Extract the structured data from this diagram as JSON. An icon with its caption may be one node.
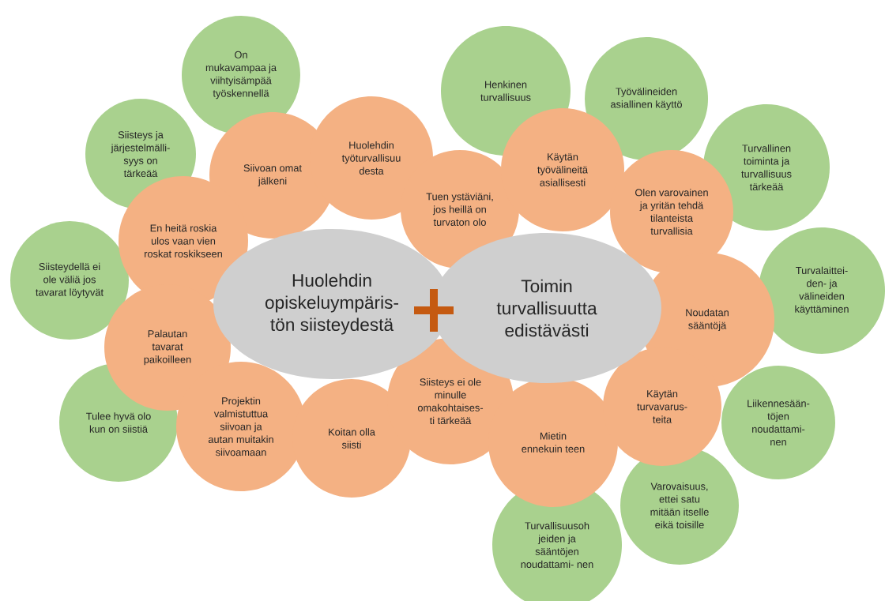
{
  "diagram": {
    "nodes": [
      {
        "text": [
          "On mukavampaa ja viihtyisämpää työskennellä"
        ]
      },
      {
        "text": [
          "Henkinen turvallisuus"
        ]
      },
      {
        "text": [
          "Työvälineiden asiallinen käyttö"
        ]
      },
      {
        "text": [
          "Siisteys ja järjestelmälli- syys on tärkeää"
        ]
      },
      {
        "text": [
          "Turvallinen toiminta ja turvallisuus tärkeää"
        ]
      },
      {
        "text": [
          "Siisteydellä ei ole väliä jos tavarat löytyvät"
        ]
      },
      {
        "text": [
          "Turvalaittei- den- ja välineiden käyttäminen"
        ]
      },
      {
        "text": [
          "Tulee hyvä olo kun on siistiä"
        ]
      },
      {
        "text": [
          "Liikennesään- töjen noudattami- nen"
        ]
      },
      {
        "text": [
          "Varovaisuus, ettei satu mitään itselle eikä toisille"
        ]
      },
      {
        "text": [
          "Turvallisuusoh jeiden ja sääntöjen noudattami- nen"
        ]
      },
      {
        "text": [
          "Siivoan omat jälkeni"
        ]
      },
      {
        "text": [
          "Huolehdin työturvallisuu desta"
        ]
      },
      {
        "text": [
          "Tuen ystäviäni, jos heillä on turvaton olo"
        ]
      },
      {
        "text": [
          "Käytän työvälineitä asiallisesti"
        ]
      },
      {
        "text": [
          "Olen varovainen ja yritän tehdä tilanteista turvallisia"
        ]
      },
      {
        "text": [
          "En heitä roskia ulos vaan vien roskat roskikseen"
        ]
      },
      {
        "text": [
          "Noudatan sääntöjä"
        ]
      },
      {
        "text": [
          "Palautan tavarat paikoilleen"
        ]
      },
      {
        "text": [
          "Projektin valmistuttua siivoan ja autan muitakin siivoamaan"
        ]
      },
      {
        "text": [
          "Koitan olla siisti"
        ]
      },
      {
        "text": [
          "Siisteys ei ole minulle omakohtaises- ti tärkeää"
        ]
      },
      {
        "text": [
          "Mietin ennekuin teen"
        ]
      },
      {
        "text": [
          "Käytän turvavarus- teita"
        ]
      },
      {
        "text": [
          "Huolehdin opiskeluympäris- tön siisteydestä"
        ]
      },
      {
        "text": [
          "Toimin turvallisuutta edistävästi"
        ]
      }
    ]
  }
}
